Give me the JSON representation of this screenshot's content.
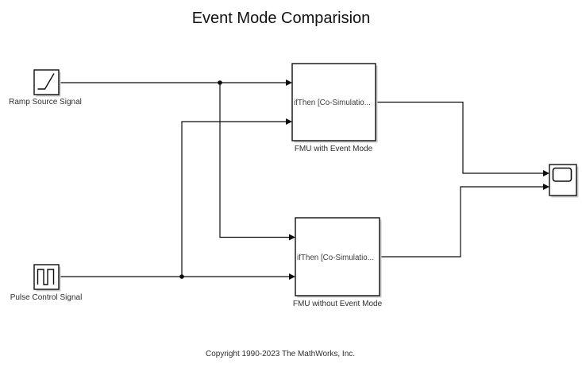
{
  "title": "Event Mode Comparision",
  "copyright": "Copyright 1990-2023 The MathWorks, Inc.",
  "blocks": {
    "ramp": {
      "label": "Ramp Source Signal",
      "icon": "ramp-icon"
    },
    "pulse": {
      "label": "Pulse Control Signal",
      "icon": "pulse-waveform-icon"
    },
    "fmu_with": {
      "inner_text": "ifThen [Co-Simulatio...",
      "label": "FMU with Event Mode"
    },
    "fmu_without": {
      "inner_text": "ifThen [Co-Simulatio...",
      "label": "FMU without Event Mode"
    },
    "scope": {
      "icon": "scope-display-icon"
    }
  },
  "colors": {
    "background": "#ffffff",
    "wire": "#0d0d0d",
    "block_border": "#0d0d0d",
    "block_fill": "#ffffff",
    "shadow": "#cccccc",
    "label_text": "#2e2e2e",
    "title_text": "#111111"
  }
}
